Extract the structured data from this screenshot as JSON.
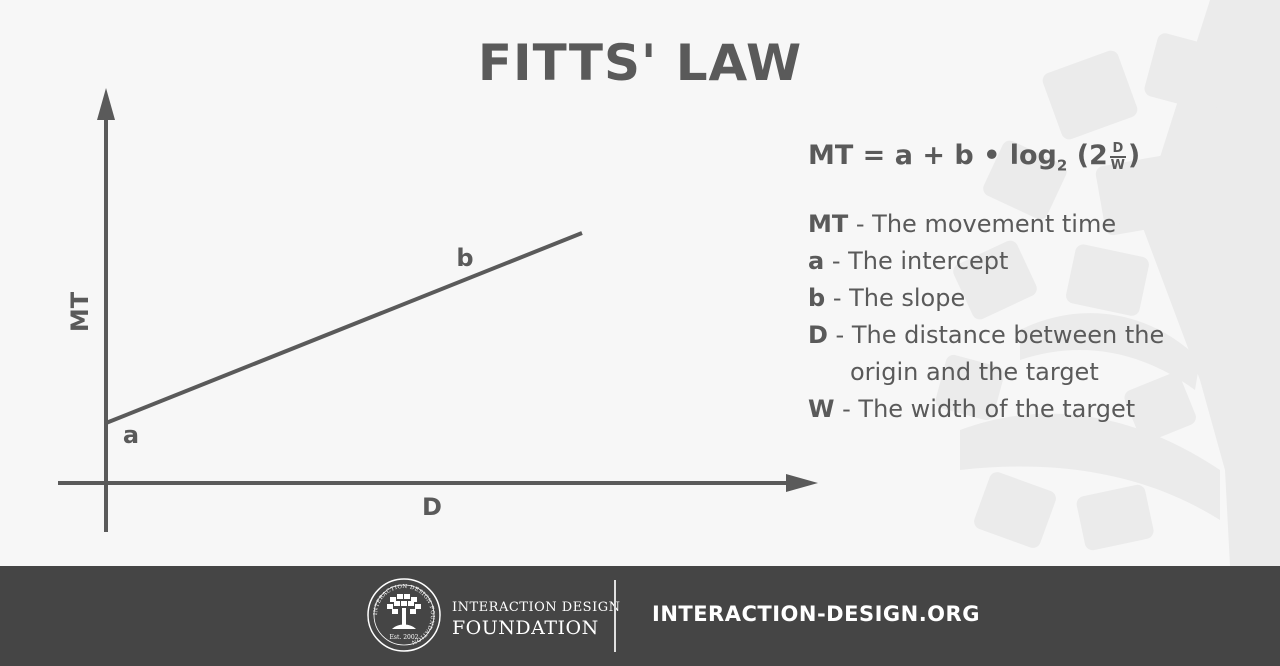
{
  "title": "FITTS' LAW",
  "graph": {
    "y_axis_label": "MT",
    "x_axis_label": "D",
    "intercept_label": "a",
    "slope_label": "b"
  },
  "formula": {
    "lhs": "MT = a + b • log",
    "subscript": "2",
    "open": " (2",
    "numerator": "D",
    "denominator": "W",
    "close": ")"
  },
  "legend": [
    {
      "symbol": "MT",
      "text": " - The movement time"
    },
    {
      "symbol": "a",
      "text": " - The intercept"
    },
    {
      "symbol": "b",
      "text": " - The slope"
    },
    {
      "symbol": "D",
      "text": " - The distance between the",
      "continuation": "origin and the target"
    },
    {
      "symbol": "W",
      "text": " - The width of the target"
    }
  ],
  "footer": {
    "logo_ring_text": "INTERACTION DESIGN FOUNDATION",
    "logo_est": "Est. 2002",
    "org_line1": "INTERACTION DESIGN",
    "org_line2": "FOUNDATION",
    "website": "INTERACTION-DESIGN.ORG"
  },
  "colors": {
    "text": "#5a5a5a",
    "background": "#f7f7f7",
    "footer_bg": "#454545",
    "footer_text": "#ffffff"
  }
}
